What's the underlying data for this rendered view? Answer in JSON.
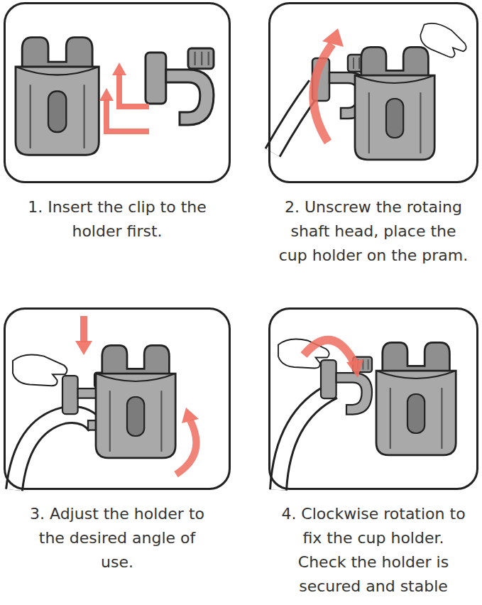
{
  "diagram": {
    "nodes": [
      {
        "text": [
          "1. Insert the clip to the holder first."
        ]
      },
      {
        "text": [
          "2. Unscrew the rotaing shaft head, place the cup holder on the pram."
        ]
      },
      {
        "text": [
          "3. Adjust the holder to the desired angle of use."
        ]
      },
      {
        "text": [
          "4. Clockwise rotation to fix the cup holder. Check the holder is secured and stable"
        ]
      }
    ]
  }
}
